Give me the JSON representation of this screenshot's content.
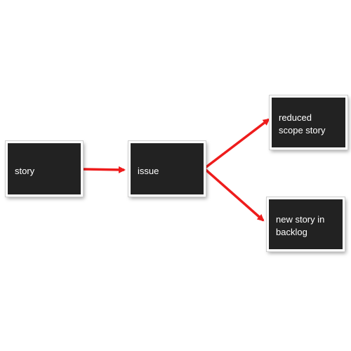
{
  "diagram": {
    "colors": {
      "node_fill": "#222222",
      "node_border": "#ffffff",
      "node_text": "#ffffff",
      "arrow": "#ee1c1c",
      "background": "#ffffff"
    },
    "nodes": [
      {
        "id": "story",
        "label": "story"
      },
      {
        "id": "issue",
        "label": "issue"
      },
      {
        "id": "reduced",
        "label": "reduced\nscope story"
      },
      {
        "id": "new",
        "label": "new story in\nbacklog"
      }
    ],
    "edges": [
      {
        "from": "story",
        "to": "issue"
      },
      {
        "from": "issue",
        "to": "reduced"
      },
      {
        "from": "issue",
        "to": "new"
      }
    ]
  }
}
